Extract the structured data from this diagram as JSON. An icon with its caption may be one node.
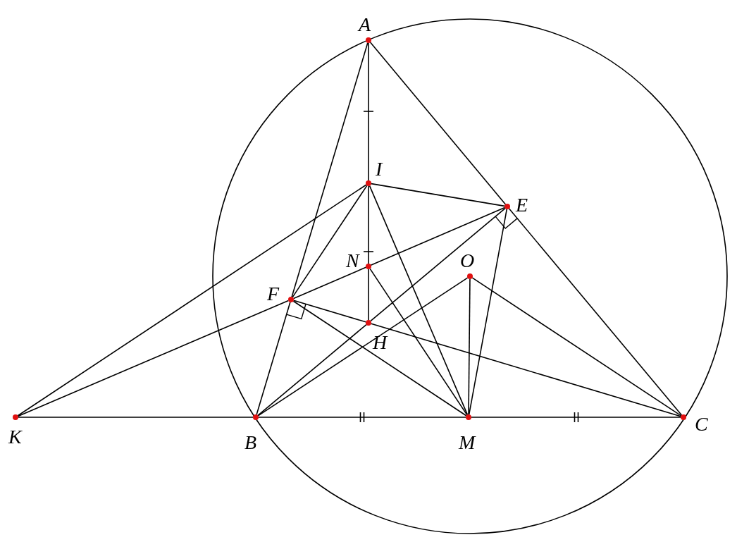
{
  "diagram": {
    "nodes": [
      {
        "text": [
          "A"
        ]
      },
      {
        "text": [
          "I"
        ]
      },
      {
        "text": [
          "E"
        ]
      },
      {
        "text": [
          "N"
        ]
      },
      {
        "text": [
          "O"
        ]
      },
      {
        "text": [
          "F"
        ]
      },
      {
        "text": [
          "H"
        ]
      },
      {
        "text": [
          "K"
        ]
      },
      {
        "text": [
          "B"
        ]
      },
      {
        "text": [
          "M"
        ]
      },
      {
        "text": [
          "C"
        ]
      }
    ],
    "edges": [
      {
        "from": 0,
        "to": 5,
        "arrow": "none"
      },
      {
        "from": 5,
        "to": 8,
        "arrow": "none"
      },
      {
        "from": 0,
        "to": 2,
        "arrow": "none"
      },
      {
        "from": 2,
        "to": 10,
        "arrow": "none"
      },
      {
        "from": 0,
        "to": 1,
        "arrow": "none"
      },
      {
        "from": 1,
        "to": 3,
        "arrow": "none"
      },
      {
        "from": 3,
        "to": 6,
        "arrow": "none"
      },
      {
        "from": 7,
        "to": 8,
        "arrow": "none"
      },
      {
        "from": 8,
        "to": 9,
        "arrow": "none"
      },
      {
        "from": 9,
        "to": 10,
        "arrow": "none"
      },
      {
        "from": 1,
        "to": 2,
        "arrow": "none"
      },
      {
        "from": 1,
        "to": 7,
        "arrow": "none"
      },
      {
        "from": 1,
        "to": 5,
        "arrow": "none"
      },
      {
        "from": 1,
        "to": 9,
        "arrow": "none"
      },
      {
        "from": 7,
        "to": 5,
        "arrow": "none"
      },
      {
        "from": 5,
        "to": 2,
        "arrow": "none"
      },
      {
        "from": 8,
        "to": 6,
        "arrow": "none"
      },
      {
        "from": 6,
        "to": 2,
        "arrow": "none"
      },
      {
        "from": 5,
        "to": 6,
        "arrow": "none"
      },
      {
        "from": 6,
        "to": 10,
        "arrow": "none"
      },
      {
        "from": 5,
        "to": 9,
        "arrow": "none"
      },
      {
        "from": 2,
        "to": 9,
        "arrow": "none"
      },
      {
        "from": 3,
        "to": 9,
        "arrow": "none"
      },
      {
        "from": 4,
        "to": 9,
        "arrow": "none"
      },
      {
        "from": 4,
        "to": 10,
        "arrow": "none"
      },
      {
        "from": 4,
        "to": 8,
        "arrow": "none"
      }
    ]
  }
}
